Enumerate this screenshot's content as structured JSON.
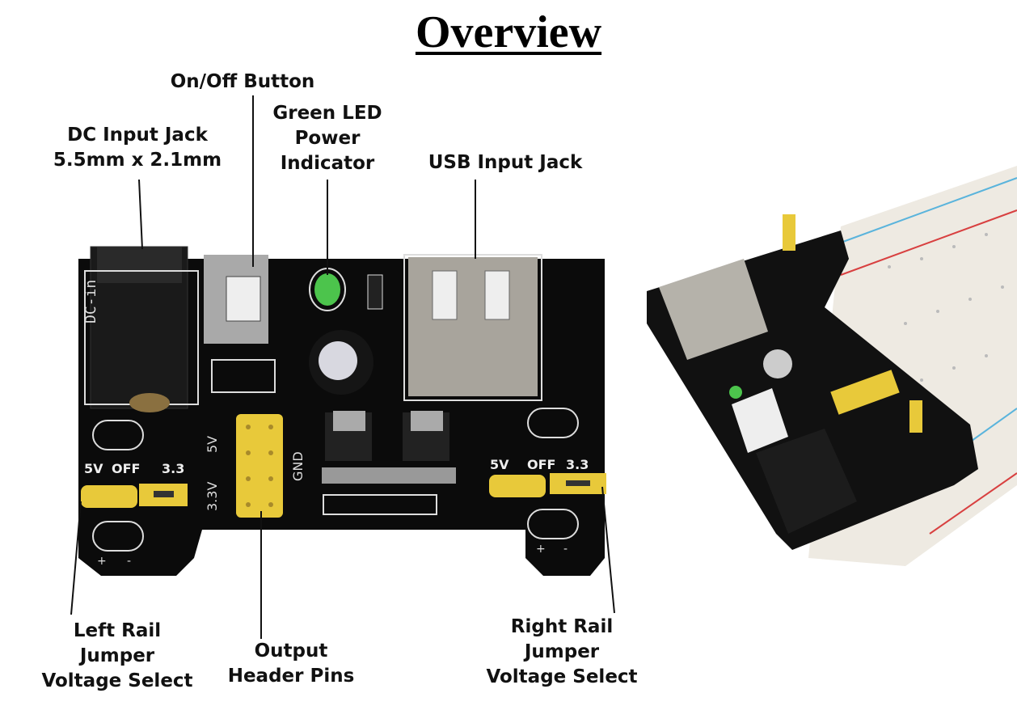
{
  "title": "Overview",
  "labels": {
    "dc_jack": [
      "DC Input Jack",
      "5.5mm x 2.1mm"
    ],
    "on_off": "On/Off Button",
    "led": [
      "Green LED",
      "Power",
      "Indicator"
    ],
    "usb": "USB Input Jack",
    "left_rail": [
      "Left Rail",
      "Jumper",
      "Voltage Select"
    ],
    "output": [
      "Output",
      "Header Pins"
    ],
    "right_rail": [
      "Right Rail",
      "Jumper",
      "Voltage Select"
    ]
  },
  "silkscreen": {
    "dc_in": "DC-in",
    "left_5v": "5V",
    "left_off": "OFF",
    "left_33": "3.3",
    "right_5v": "5V",
    "right_off": "OFF",
    "right_33": "3.3",
    "hdr_5v": "5V",
    "hdr_33v": "3.3V",
    "gnd": "GND",
    "plus": "+",
    "minus": "-"
  },
  "colors": {
    "pcb": "#0b0b0b",
    "jumper": "#e8c93a",
    "led": "#4cc44c",
    "usb": "#a8a49c"
  }
}
